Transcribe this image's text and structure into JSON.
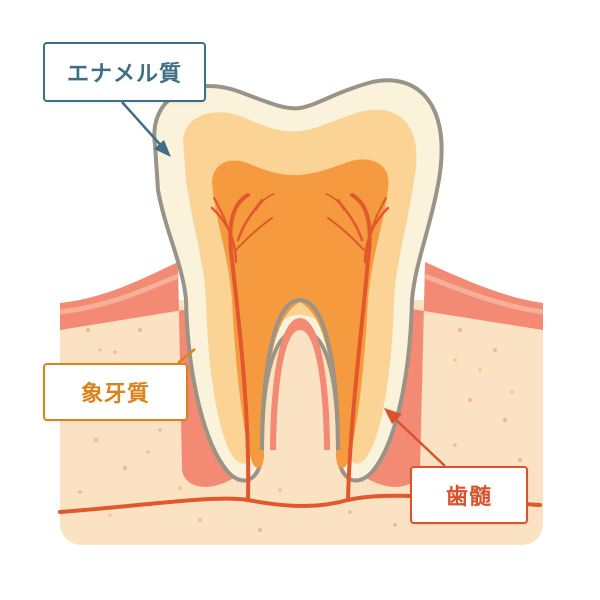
{
  "labels": {
    "enamel": "エナメル質",
    "dentin": "象牙質",
    "pulp": "歯髄"
  },
  "colors": {
    "enamel_label": "#3f6e86",
    "dentin_label": "#d9831a",
    "pulp_label": "#d9532c",
    "enamel": "#fbf2dc",
    "dentin": "#fbd394",
    "pulp": "#f59a3e",
    "nerve": "#e2582d",
    "gum": "#f28a74",
    "bone": "#fbe2c3",
    "outline": "#9a9488"
  }
}
